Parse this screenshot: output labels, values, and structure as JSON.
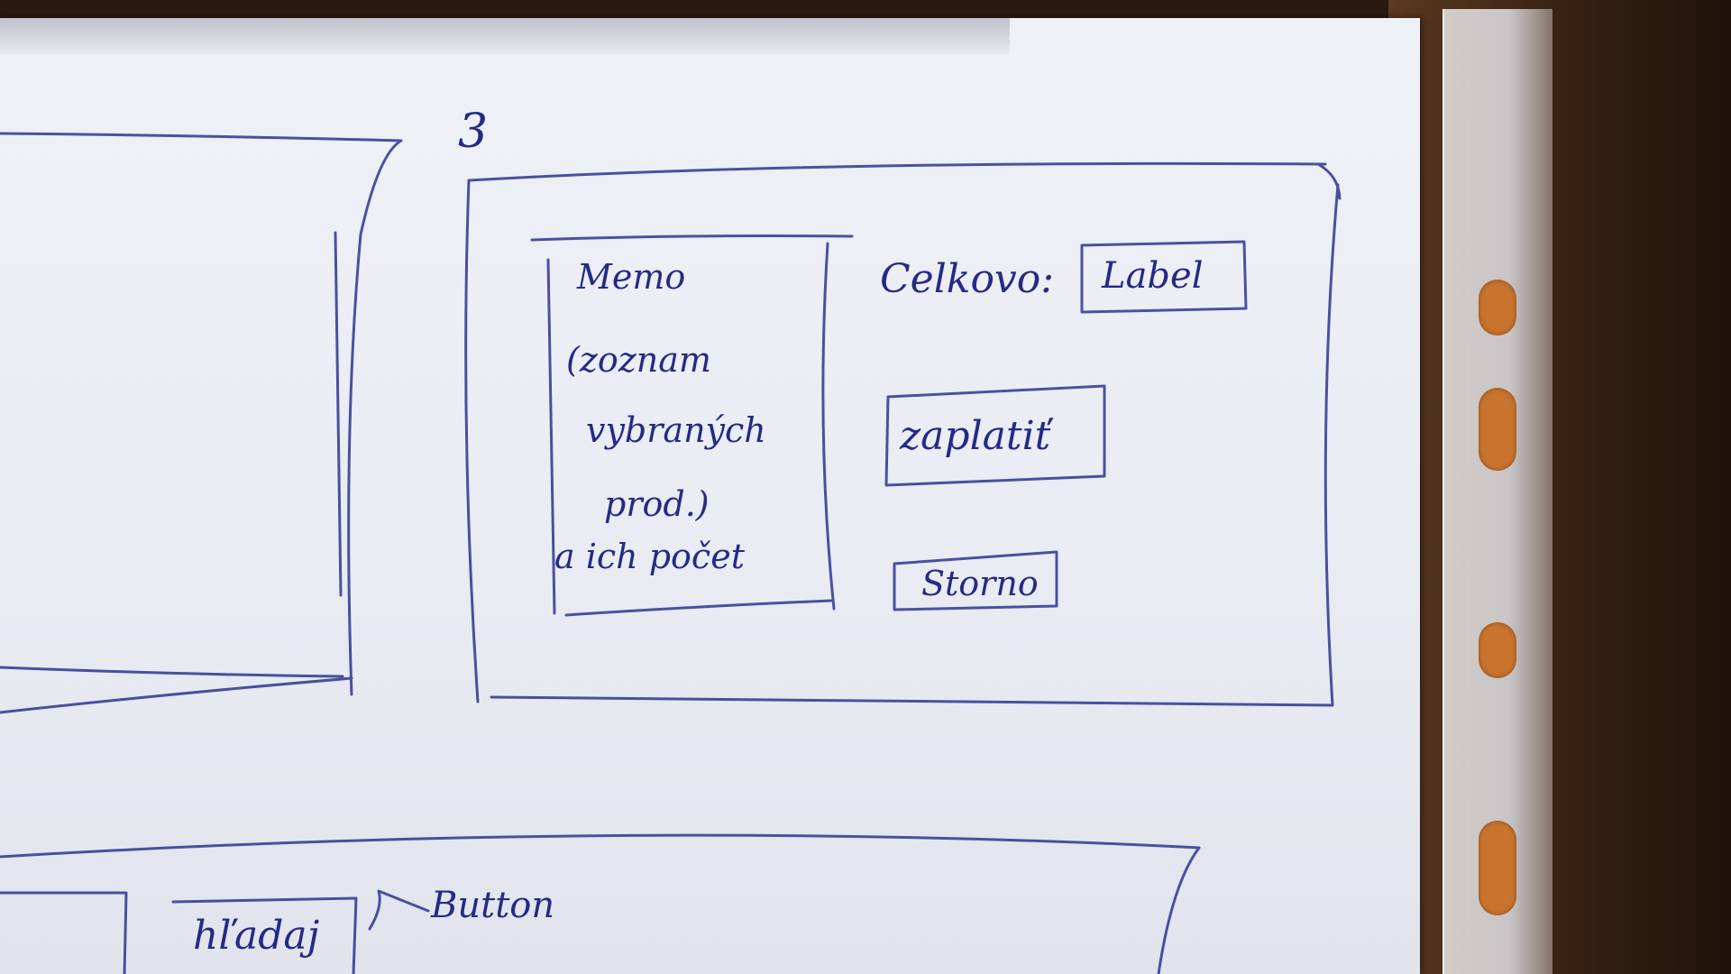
{
  "sketch": {
    "page_number": "3",
    "memo": {
      "lines": [
        "Memo",
        "(zoznam",
        "vybraných",
        "prod.)",
        "a ich počet"
      ]
    },
    "total": {
      "caption": "Celkovo:",
      "box_text": "Label"
    },
    "pay_button_text": "zaplatiť",
    "cancel_button_text": "Storno",
    "bottom": {
      "search_box_text": "hľadaj",
      "annotation": "Button"
    },
    "ink_color": "#252a86",
    "paper_color": "#eceff5"
  }
}
